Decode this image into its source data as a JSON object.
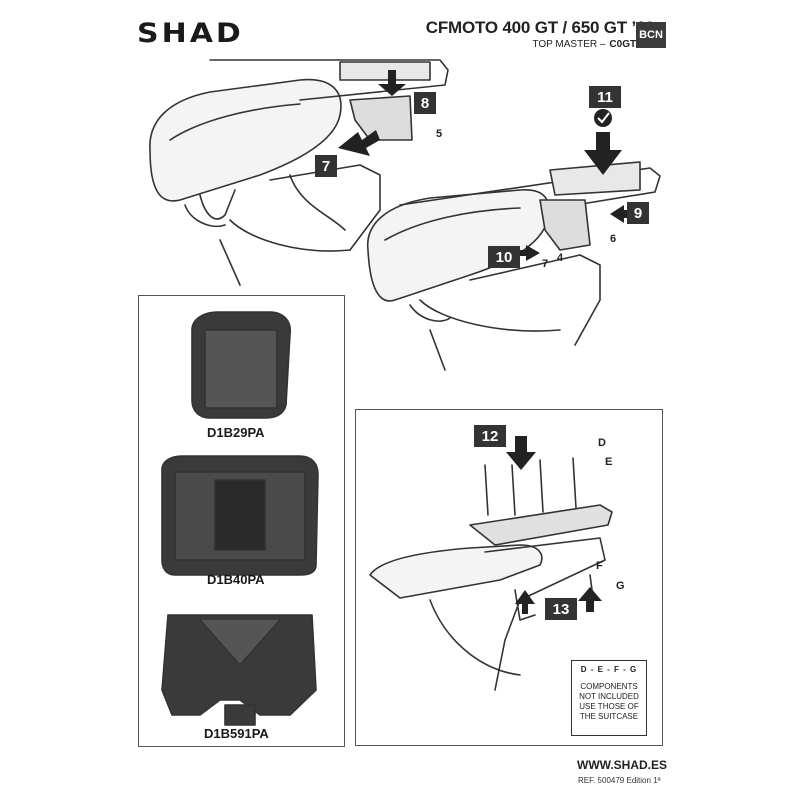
{
  "header": {
    "logo": "SHAD",
    "model": "CFMOTO 400 GT / 650 GT ’19-",
    "product_line": "TOP MASTER –",
    "product_code": "C0GT44ST",
    "badge": "BCN"
  },
  "steps": {
    "s7": "7",
    "s8": "8",
    "s9": "9",
    "s10": "10",
    "s11": "11",
    "s12": "12",
    "s13": "13"
  },
  "parts": {
    "p4": "4",
    "p5": "5",
    "p6": "6",
    "p7": "7",
    "pD": "D",
    "pE": "E",
    "pF": "F",
    "pG": "G"
  },
  "plates": [
    {
      "label": "D1B29PA"
    },
    {
      "label": "D1B40PA"
    },
    {
      "label": "D1B591PA"
    }
  ],
  "note": {
    "parts": "D - E - F - G",
    "line1": "COMPONENTS",
    "line2": "NOT INCLUDED",
    "line3": "USE THOSE OF",
    "line4": "THE SUITCASE"
  },
  "footer": {
    "website": "WWW.SHAD.ES",
    "ref": "REF. 500479 Edition 1ª"
  }
}
